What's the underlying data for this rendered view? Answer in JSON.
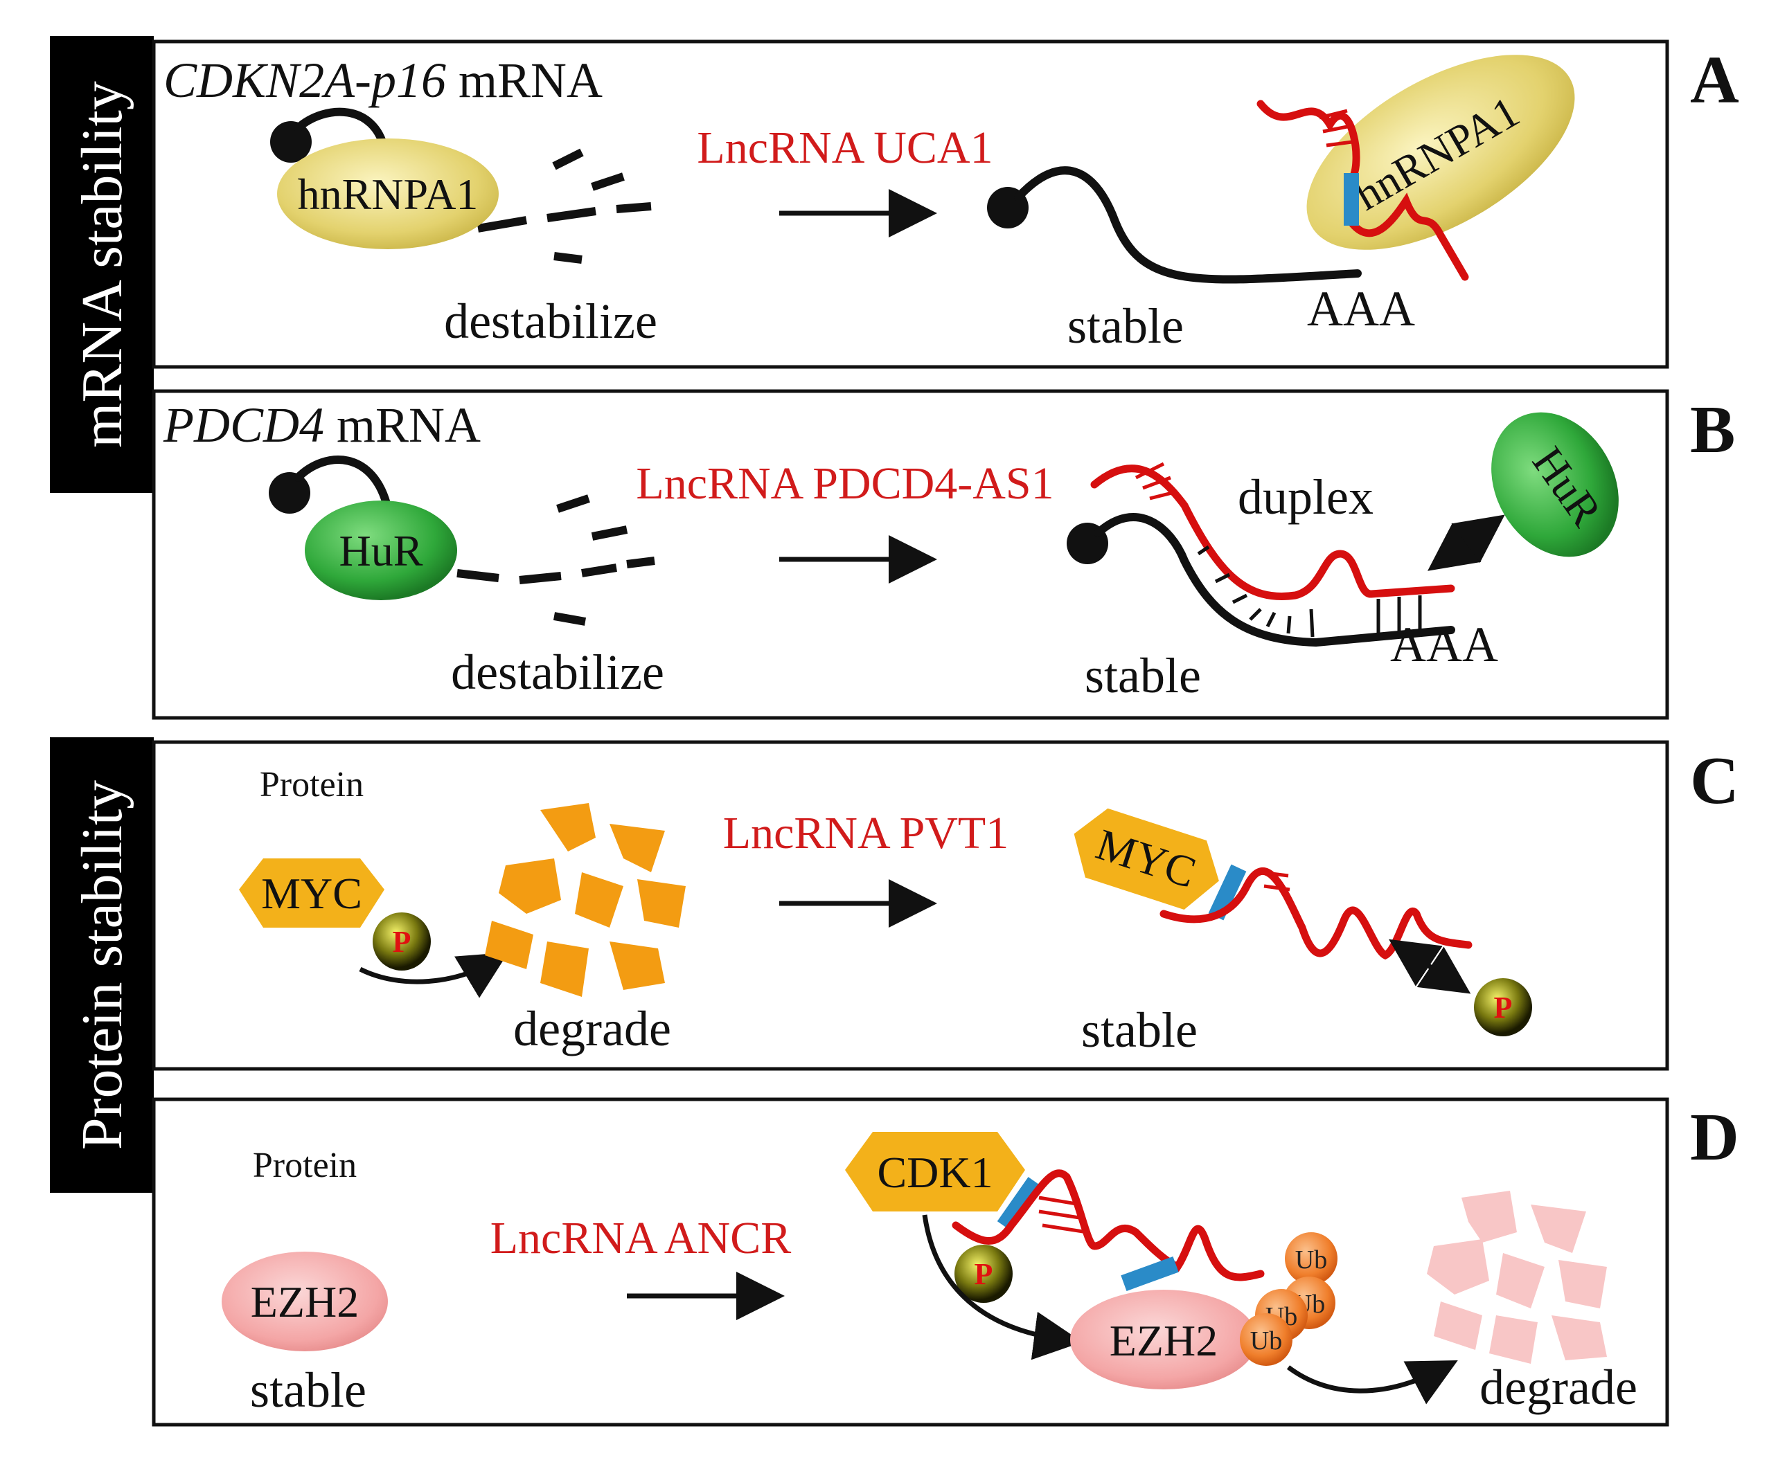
{
  "sidebars": {
    "mrna": "mRNA stability",
    "protein": "Protein stability"
  },
  "panelA": {
    "letter": "A",
    "title_italic": "CDKN2A-p16",
    "title_rest": " mRNA",
    "protein_left": "hnRNPA1",
    "protein_right": "hnRNPA1",
    "lncrna": "LncRNA UCA1",
    "left_state": "destabilize",
    "right_state": "stable",
    "polyA": "AAA"
  },
  "panelB": {
    "letter": "B",
    "title_italic": "PDCD4",
    "title_rest": " mRNA",
    "protein_left": "HuR",
    "protein_right": "HuR",
    "lncrna": "LncRNA PDCD4-AS1",
    "duplex": "duplex",
    "left_state": "destabilize",
    "right_state": "stable",
    "polyA": "AAA"
  },
  "panelC": {
    "letter": "C",
    "heading": "Protein",
    "protein_left": "MYC",
    "protein_right": "MYC",
    "phospho": "P",
    "lncrna": "LncRNA PVT1",
    "left_state": "degrade",
    "right_state": "stable"
  },
  "panelD": {
    "letter": "D",
    "heading": "Protein",
    "protein_left": "EZH2",
    "left_state": "stable",
    "lncrna": "LncRNA ANCR",
    "kinase": "CDK1",
    "phospho": "P",
    "protein_right": "EZH2",
    "ubiquitin": [
      "Ub",
      "Ub",
      "Ub",
      "Ub"
    ],
    "right_state": "degrade"
  },
  "colors": {
    "lncrna_red": "#d11b1b",
    "hnrnpa1_yellow": "#e3d26e",
    "hur_green": "#2fa83a",
    "myc_orange": "#f3b11a",
    "ezh2_pink": "#f4a6a6",
    "ub_orange": "#f07f2c",
    "link_blue": "#2a8bc8"
  }
}
